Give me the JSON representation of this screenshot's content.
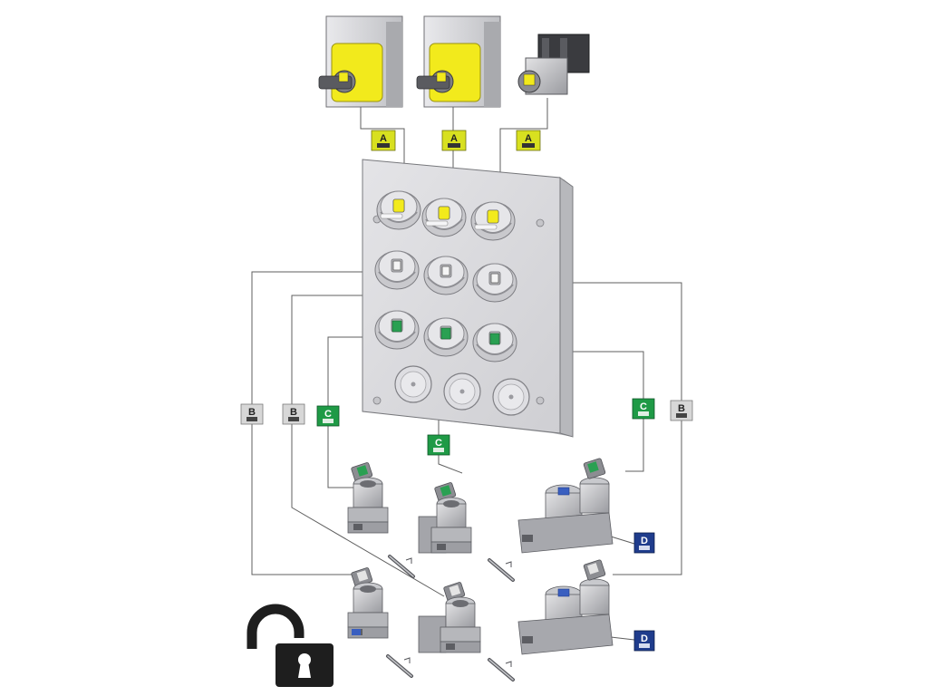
{
  "labels": {
    "key_a": "A",
    "key_b": "B",
    "key_c": "C",
    "key_d": "D"
  },
  "colors": {
    "a_tag": "#d8e020",
    "b_tag": "#d7d7d7",
    "c_tag": "#1f9a46",
    "d_tag": "#1f3c8c",
    "switch_yellow": "#f2ea1c",
    "panel": "#d9d9dc",
    "line": "#5f5f5f"
  },
  "icons": {
    "padlock": "padlock-open-icon",
    "rotary_switch": "rotary-isolator-switch-icon",
    "key_interlock": "key-interlock-unit-icon",
    "key_exchange_panel": "key-exchange-box-icon"
  }
}
